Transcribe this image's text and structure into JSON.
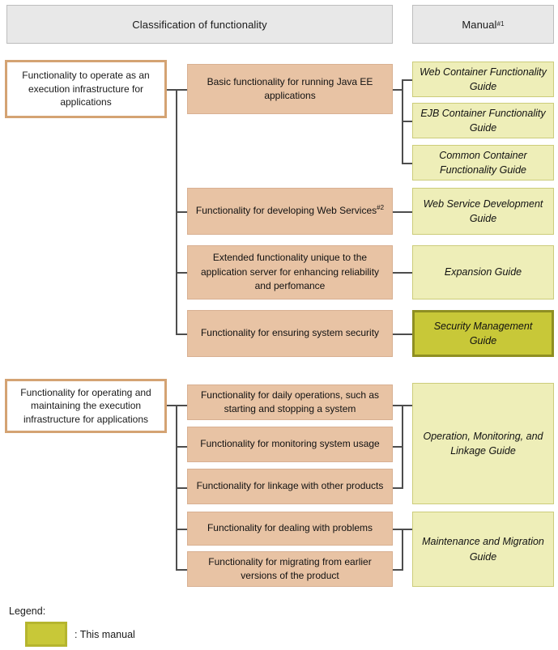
{
  "headers": [
    {
      "label": "Classification of functionality",
      "sup": ""
    },
    {
      "label": "Manual",
      "sup": "#1"
    }
  ],
  "categories": [
    {
      "label": "Functionality to operate as an execution infrastructure for applications"
    },
    {
      "label": "Functionality for operating and maintaining the execution infrastructure for applications"
    }
  ],
  "functions": [
    {
      "label": "Basic functionality for running Java EE applications",
      "sup": ""
    },
    {
      "label": "Functionality for developing Web Services",
      "sup": "#2"
    },
    {
      "label": "Extended functionality unique to the application server for enhancing reliability and perfomance",
      "sup": ""
    },
    {
      "label": "Functionality for ensuring system security",
      "sup": ""
    },
    {
      "label": "Functionality for daily operations, such as starting and stopping a system",
      "sup": ""
    },
    {
      "label": "Functionality for monitoring system usage",
      "sup": ""
    },
    {
      "label": "Functionality for linkage with other products",
      "sup": ""
    },
    {
      "label": "Functionality for dealing with problems",
      "sup": ""
    },
    {
      "label": "Functionality for migrating from earlier versions of the product",
      "sup": ""
    }
  ],
  "manuals": [
    {
      "label": "Web Container Functionality Guide",
      "current": false
    },
    {
      "label": "EJB Container Functionality Guide",
      "current": false
    },
    {
      "label": "Common Container Functionality Guide",
      "current": false
    },
    {
      "label": "Web Service Development Guide",
      "current": false
    },
    {
      "label": "Expansion Guide",
      "current": false
    },
    {
      "label": "Security Management Guide",
      "current": true
    },
    {
      "label": "Operation, Monitoring, and Linkage Guide",
      "current": false
    },
    {
      "label": "Maintenance and Migration Guide",
      "current": false
    }
  ],
  "legend": {
    "title": "Legend:",
    "swatch_text": ": This manual"
  },
  "colors": {
    "header_bg": "#e8e8e8",
    "header_border": "#bdbdbd",
    "category_border": "#d4a373",
    "category_bg": "#ffffff",
    "function_bg": "#e8c3a4",
    "function_border": "#d8b092",
    "manual_bg": "#eeeeb8",
    "manual_border": "#cccc7a",
    "manual_current_bg": "#c8c838",
    "manual_current_border": "#8f8f22",
    "connector": "#4d4d4d"
  }
}
